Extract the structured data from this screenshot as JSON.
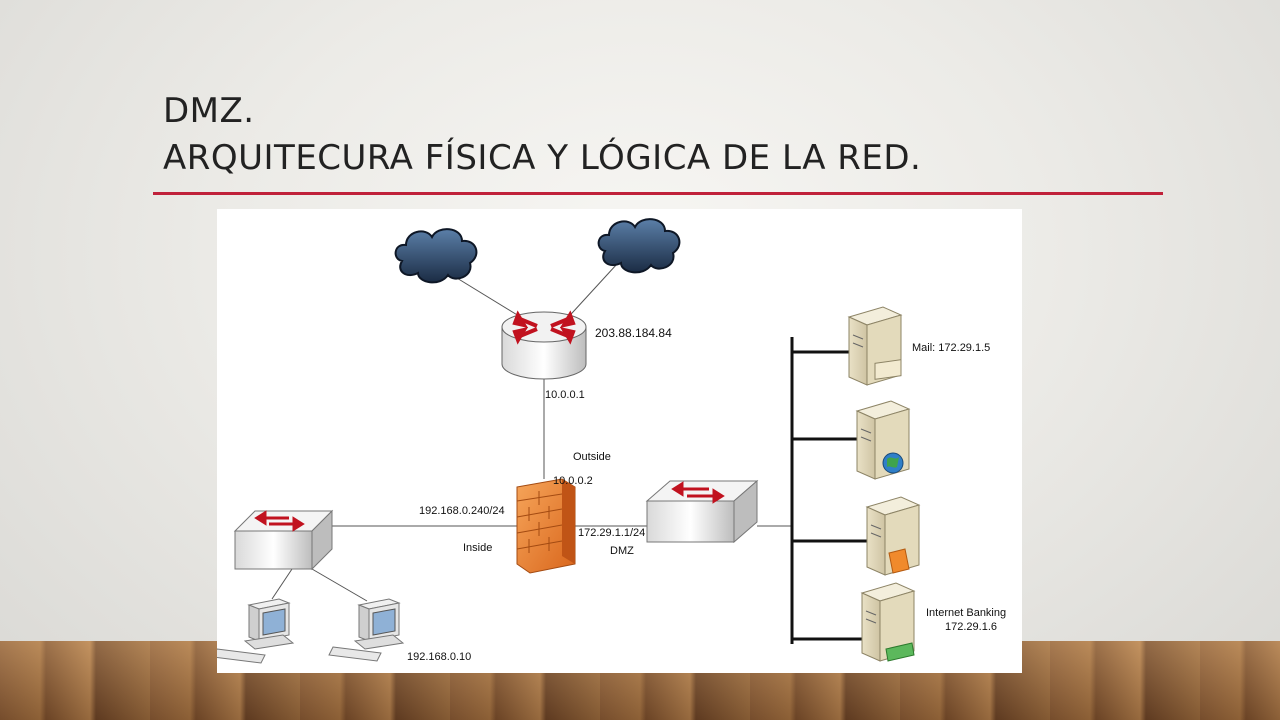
{
  "slide": {
    "title_line1": "DMZ.",
    "title_line2": "ARQUITECURA FÍSICA  Y  LÓGICA  DE  LA  RED.",
    "rule_color": "#c0213a"
  },
  "diagram": {
    "router_ip": "203.88.184.84",
    "router_inner_ip": "10.0.0.1",
    "outside_label": "Outside",
    "firewall_outside_ip": "10.0.0.2",
    "inside_ip": "192.168.0.240/24",
    "inside_label": "Inside",
    "dmz_ip": "172.29.1.1/24",
    "dmz_label": "DMZ",
    "pc_ip": "192.168.0.10",
    "servers": {
      "mail": "Mail: 172.29.1.5",
      "banking_line1": "Internet  Banking",
      "banking_line2": "172.29.1.6"
    },
    "icons": [
      "cloud-icon",
      "cloud-icon",
      "router-icon",
      "firewall-icon",
      "switch-icon",
      "switch-icon",
      "server-icon",
      "server-icon",
      "server-icon",
      "server-icon",
      "computer-icon",
      "computer-icon"
    ]
  }
}
